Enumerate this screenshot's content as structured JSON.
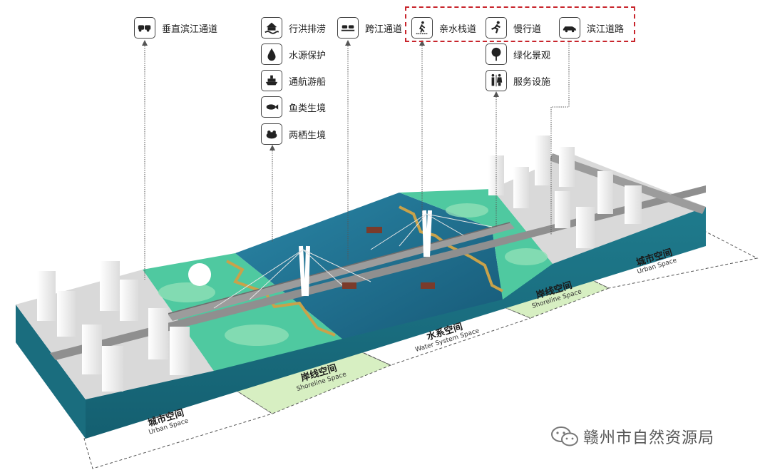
{
  "top_labels": {
    "vertical_passage": "垂直滨江通道",
    "flood": "行洪排涝",
    "water_protection": "水源保护",
    "navigation": "通航游船",
    "fish": "鱼类生境",
    "amphibian": "两栖生境",
    "cross_river": "跨江通道",
    "waterfront_trail": "亲水栈道",
    "slow_lane": "慢行道",
    "riverside_road": "滨江道路",
    "greening": "绿化景观",
    "service": "服务设施"
  },
  "zones": {
    "urban_left_cn": "城市空间",
    "urban_left_en": "Urban Space",
    "shoreline_left_cn": "岸线空间",
    "shoreline_left_en": "Shoreline Space",
    "water_cn": "水系空间",
    "water_en": "Water System Space",
    "shoreline_right_cn": "岸线空间",
    "shoreline_right_en": "Shoreline Space",
    "urban_right_cn": "城市空间",
    "urban_right_en": "Urban Space"
  },
  "watermark": {
    "text": "赣州市自然资源局"
  },
  "colors": {
    "water": "#1f6d8c",
    "green": "#4fc9a0",
    "city": "#d9d9d9",
    "shoreline_band": "#d7efc2",
    "highlight": "#c8252c",
    "boardwalk": "#c9a24a"
  }
}
